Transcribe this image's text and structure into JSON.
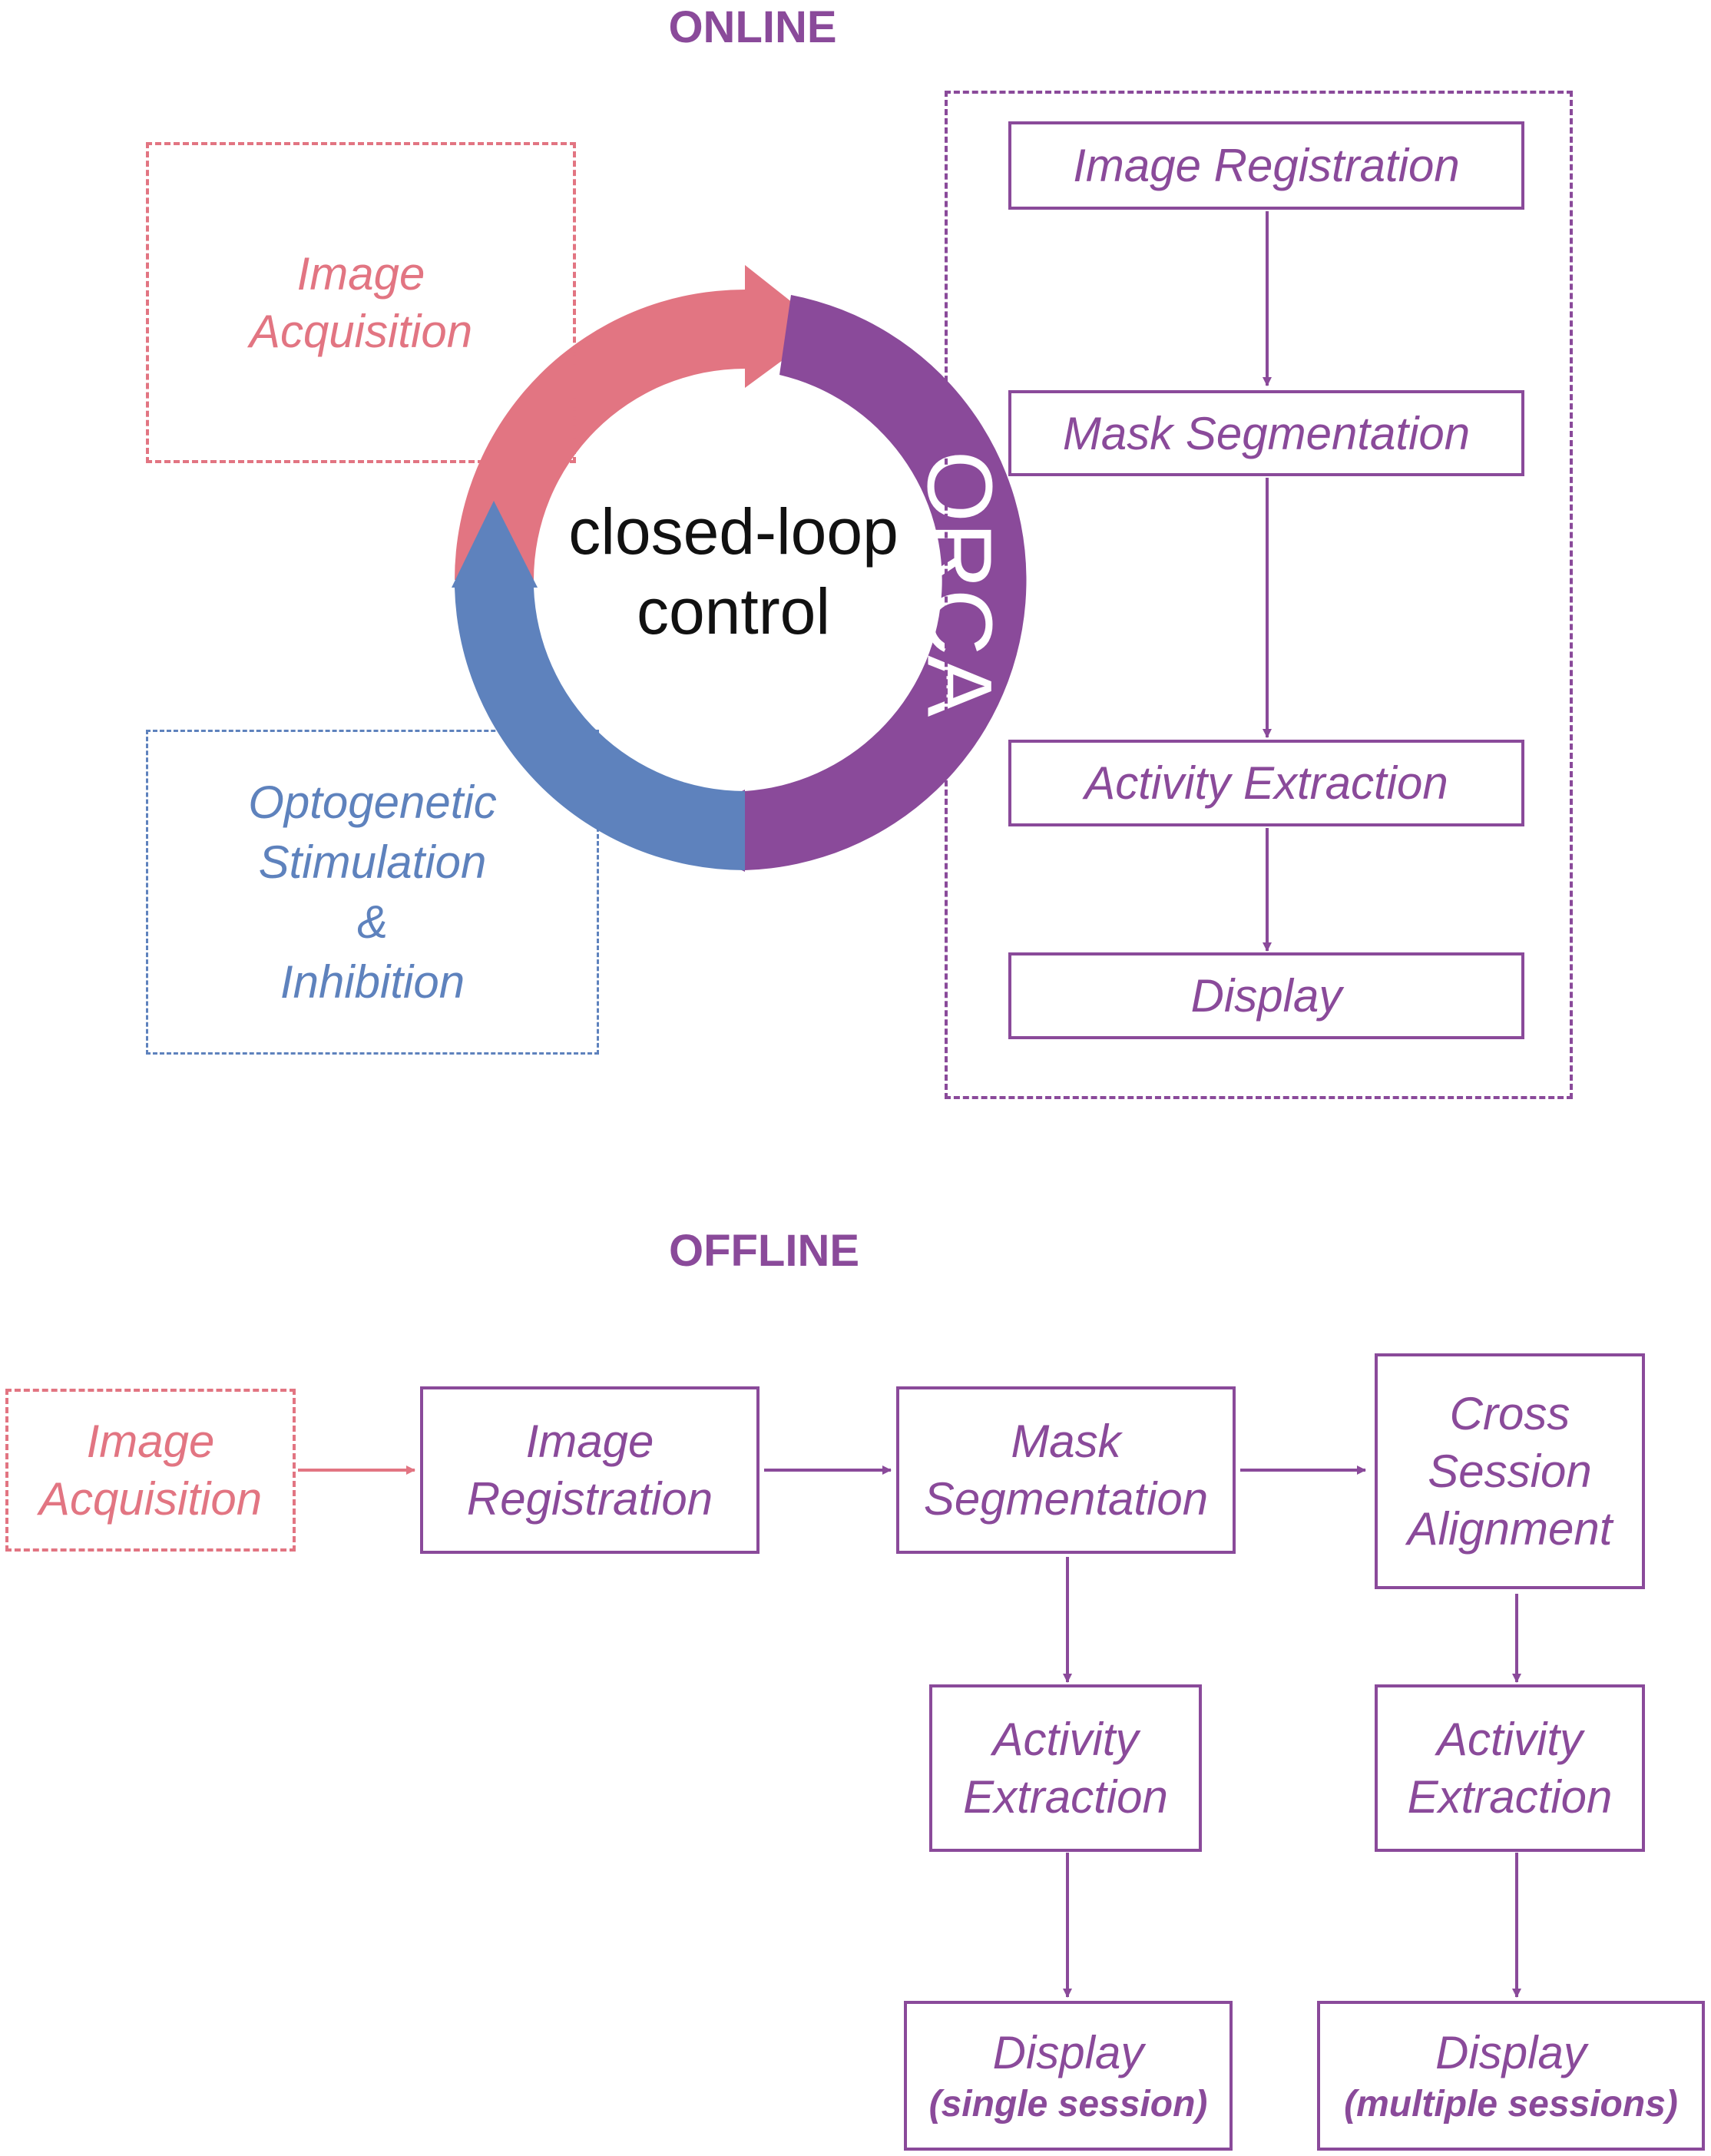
{
  "online": {
    "title": "ONLINE",
    "acquisition": [
      "Image",
      "Acquisition"
    ],
    "stimulation": [
      "Optogenetic",
      "Stimulation",
      "&",
      "Inhibition"
    ],
    "center_label": [
      "closed-loop",
      "control"
    ],
    "ring_label": "ORCA",
    "pipeline": [
      "Image Registration",
      "Mask Segmentation",
      "Activity Extraction",
      "Display"
    ]
  },
  "offline": {
    "title": "OFFLINE",
    "acquisition": [
      "Image",
      "Acquisition"
    ],
    "registration": [
      "Image",
      "Registration"
    ],
    "segmentation": [
      "Mask",
      "Segmentation"
    ],
    "alignment": [
      "Cross",
      "Session",
      "Alignment"
    ],
    "activity_single": [
      "Activity",
      "Extraction"
    ],
    "activity_multi": [
      "Activity",
      "Extraction"
    ],
    "display_single": {
      "label": "Display",
      "sub": "(single session)"
    },
    "display_multi": {
      "label": "Display",
      "sub": "(multiple sessions)"
    }
  },
  "colors": {
    "purple": "#8a4a9a",
    "pink": "#e27582",
    "blue": "#5e82bd"
  }
}
